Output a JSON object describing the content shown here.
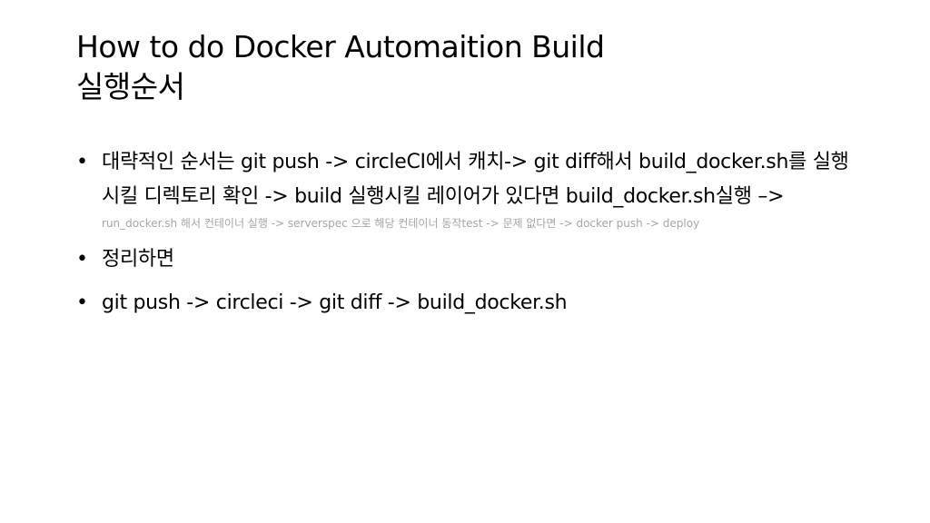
{
  "slide": {
    "title_line1": "How to do Docker Automaition Build",
    "title_line2": "실행순서",
    "bullets": [
      {
        "main": "대략적인 순서는 git push -> circleCI에서 캐치-> git diff해서 build_docker.sh를 실행시킬 디렉토리 확인 -> build 실행시킬 레이어가 있다면 build_docker.sh실행 –>",
        "sub": "run_docker.sh 해서 컨테이너 실행 -> serverspec 으로 해당 컨테이너 동작test -> 문제 없다면 ->  docker push -> deploy"
      },
      {
        "main": "정리하면"
      },
      {
        "main": "git push -> circleci -> git diff -> build_docker.sh"
      }
    ],
    "bullet_symbol": "•"
  }
}
